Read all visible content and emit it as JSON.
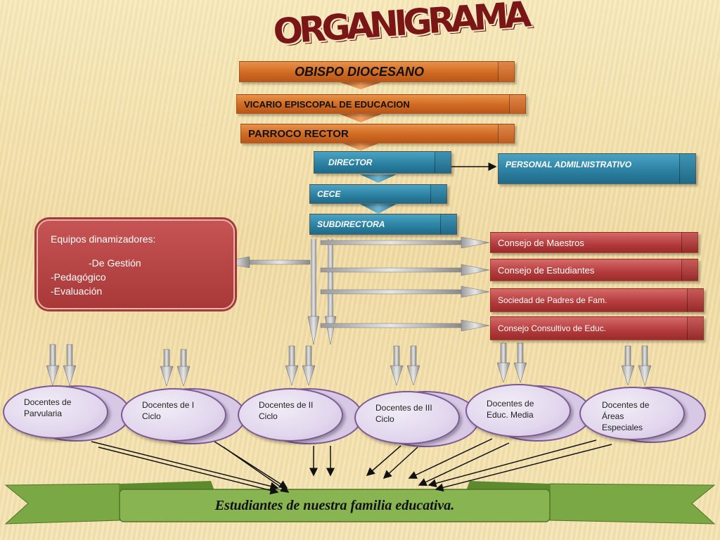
{
  "title": "ORGANIGRAMA",
  "hierarchy": {
    "obispo": "OBISPO DIOCESANO",
    "vicario": "VICARIO EPISCOPAL DE EDUCACION",
    "parroco": "PARROCO RECTOR",
    "director": "DIRECTOR",
    "cece": "CECE",
    "subdirectora": "SUBDIRECTORA",
    "personal": "PERSONAL ADMILNISTRATIVO"
  },
  "equipos": {
    "heading": "Equipos dinamizadores:",
    "items": [
      "-De Gestión",
      "-Pedagógico",
      "-Evaluación"
    ]
  },
  "consejos": [
    "Consejo de Maestros",
    "Consejo de Estudiantes",
    "Sociedad de Padres de Fam.",
    "Consejo Consultivo de Educ."
  ],
  "docentes": [
    "Docentes de Parvularia",
    "Docentes de I Ciclo",
    "Docentes de II Ciclo",
    "Docentes de III Ciclo",
    "Docentes de Educ. Media",
    "Docentes de Áreas Especiales"
  ],
  "estudiantes": "Estudiantes de nuestra familia educativa.",
  "colors": {
    "orange": "#d06a22",
    "teal": "#2b7fa0",
    "red": "#b33a3a",
    "lavender": "#e2d7ee",
    "green": "#6e9a3a",
    "title": "#7b1616"
  }
}
